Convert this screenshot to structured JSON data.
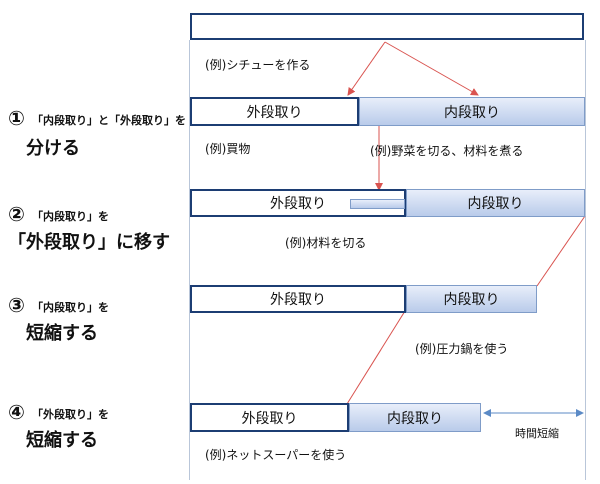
{
  "example_top": "(例)シチューを作る",
  "steps": [
    {
      "number": "①",
      "line1": "「内段取り」と「外段取り」を",
      "line2": "分ける",
      "outer": "外段取り",
      "inner": "内段取り",
      "note_left": "(例)買物",
      "note_right": "(例)野菜を切る、材料を煮る"
    },
    {
      "number": "②",
      "line1": "「内段取り」を",
      "line2": "「外段取り」に移す",
      "outer": "外段取り",
      "inner": "内段取り",
      "note": "(例)材料を切る"
    },
    {
      "number": "③",
      "line1": "「内段取り」を",
      "line2": "短縮する",
      "outer": "外段取り",
      "inner": "内段取り",
      "note": "(例)圧力鍋を使う"
    },
    {
      "number": "④",
      "line1": "「外段取り」を",
      "line2": "短縮する",
      "outer": "外段取り",
      "inner": "内段取り",
      "note": "(例)ネットスーパーを使う",
      "time_label": "時間短縮"
    }
  ],
  "colors": {
    "outer_border": "#1c3d73",
    "inner_fill": "#c9d7ef",
    "arrow": "#d9534f",
    "guide": "#b9c6d9"
  }
}
